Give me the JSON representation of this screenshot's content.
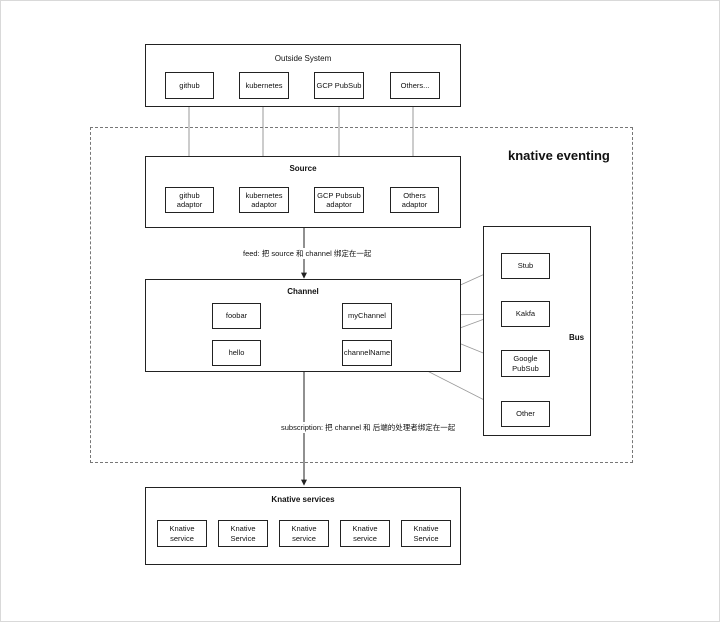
{
  "outside": {
    "title": "Outside System",
    "items": [
      "github",
      "kubernetes",
      "GCP PubSub",
      "Others..."
    ]
  },
  "eventing": {
    "title": "knative eventing"
  },
  "source": {
    "title": "Source",
    "items": [
      "github\nadaptor",
      "kubernetes\nadaptor",
      "GCP Pubsub\nadaptor",
      "Others\nadaptor"
    ]
  },
  "feed_label": "feed: 把 source 和 channel 绑定在一起",
  "channel": {
    "title": "Channel",
    "left_items": [
      "foobar",
      "hello"
    ],
    "right_items": [
      "myChannel",
      "channelName"
    ]
  },
  "bus": {
    "title": "Bus",
    "items": [
      "Stub",
      "Kakfa",
      "Google\nPubSub",
      "Other"
    ]
  },
  "subscription_label": "subscription:  把 channel 和 后端的处理者绑定在一起",
  "services": {
    "title": "Knative services",
    "items": [
      "Knative\nservice",
      "Knative\nService",
      "Knative\nservice",
      "Knative\nservice",
      "Knative\nService"
    ]
  }
}
